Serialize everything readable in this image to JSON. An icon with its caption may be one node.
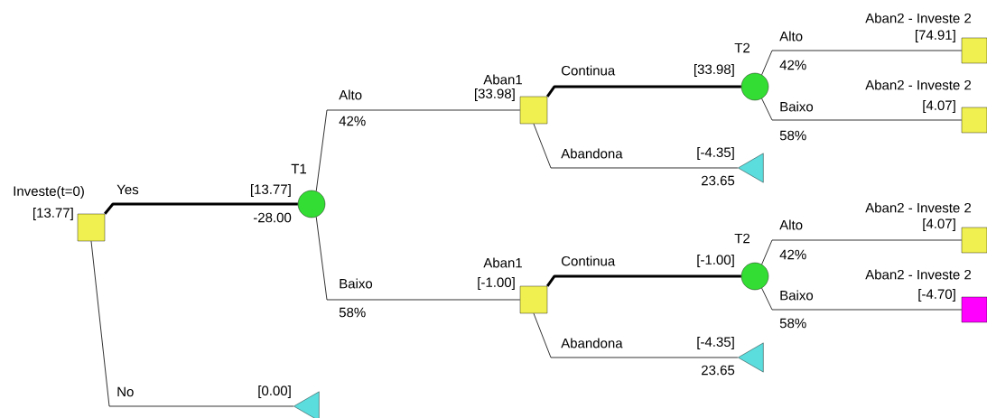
{
  "diagram": {
    "nodes": [
      {
        "text": [
          "Investe(t=0)"
        ],
        "beside": [
          "[13.77]"
        ]
      },
      {
        "text": [
          "T1"
        ],
        "beside": [
          "[13.77]",
          "-28.00"
        ]
      },
      {
        "text": [],
        "shape": "triangle",
        "beside": [
          "[0.00]"
        ]
      },
      {
        "text": [
          "Aban1"
        ],
        "beside": [
          "[33.98]"
        ]
      },
      {
        "text": [
          "Aban1"
        ],
        "beside": [
          "[-1.00]"
        ]
      },
      {
        "text": [
          "T2"
        ],
        "beside": [
          "[33.98]"
        ]
      },
      {
        "text": [],
        "shape": "triangle",
        "beside": [
          "[-4.35]",
          "23.65"
        ]
      },
      {
        "text": [
          "T2"
        ],
        "beside": [
          "[-1.00]"
        ]
      },
      {
        "text": [],
        "shape": "triangle",
        "beside": [
          "[-4.35]",
          "23.65"
        ]
      },
      {
        "text": [
          "Aban2 - Investe 2"
        ],
        "beside": [
          "[74.91]"
        ]
      },
      {
        "text": [
          "Aban2 - Investe 2"
        ],
        "beside": [
          "[4.07]"
        ]
      },
      {
        "text": [
          "Aban2 - Investe 2"
        ],
        "beside": [
          "[4.07]"
        ]
      },
      {
        "text": [
          "Aban2 - Investe 2"
        ],
        "beside": [
          "[-4.70]"
        ]
      }
    ],
    "labels": [
      "42%",
      "42%",
      "58%",
      "42%",
      "58%",
      "58%"
    ],
    "edges": [
      {
        "from": 0,
        "to": 1,
        "arrow": "none",
        "label": "Yes",
        "style": "thick"
      },
      {
        "from": 0,
        "to": 2,
        "arrow": "none",
        "label": "No"
      },
      {
        "from": 1,
        "to": 3,
        "arrow": "none",
        "label": "Alto"
      },
      {
        "from": 1,
        "to": 4,
        "arrow": "none",
        "label": "Baixo"
      },
      {
        "from": 3,
        "to": 5,
        "arrow": "none",
        "label": "Continua",
        "style": "thick"
      },
      {
        "from": 3,
        "to": 6,
        "arrow": "none",
        "label": "Abandona"
      },
      {
        "from": 4,
        "to": 7,
        "arrow": "none",
        "label": "Continua",
        "style": "thick"
      },
      {
        "from": 4,
        "to": 8,
        "arrow": "none",
        "label": "Abandona"
      },
      {
        "from": 5,
        "to": 9,
        "arrow": "none",
        "label": "Alto"
      },
      {
        "from": 5,
        "to": 10,
        "arrow": "none",
        "label": "Baixo"
      },
      {
        "from": 7,
        "to": 11,
        "arrow": "none",
        "label": "Alto"
      },
      {
        "from": 7,
        "to": 12,
        "arrow": "none",
        "label": "Baixo"
      }
    ]
  }
}
